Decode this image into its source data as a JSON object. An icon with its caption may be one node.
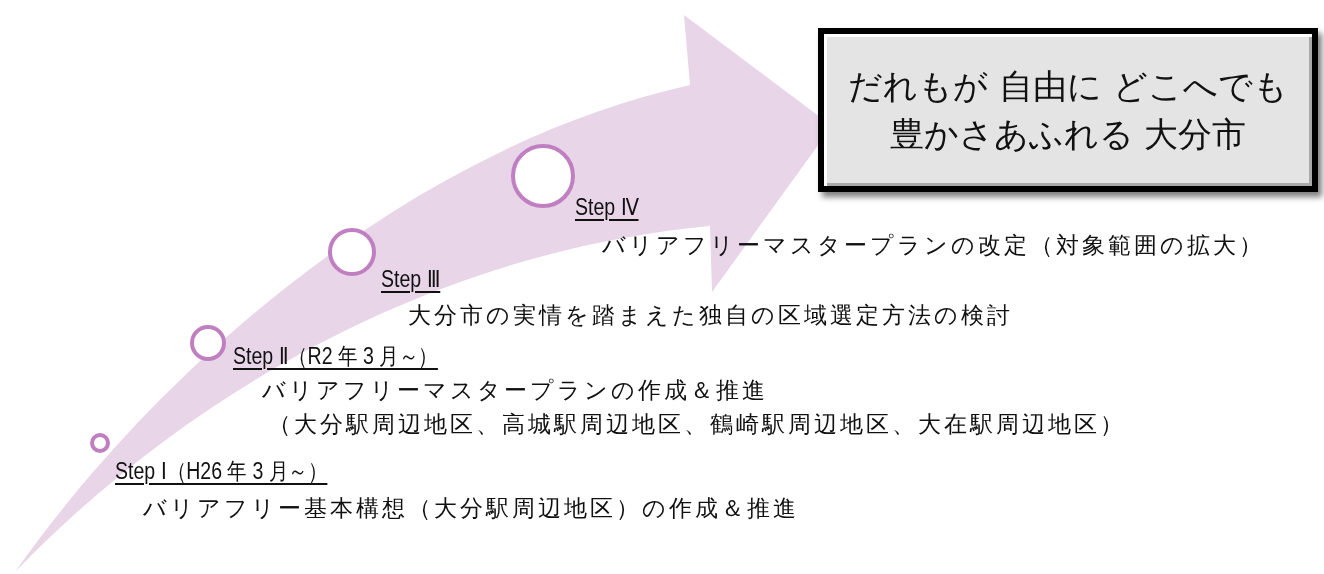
{
  "diagram": {
    "nodes": [
      {
        "text": [
          "だれもが 自由に どこへでも豊かさあふれる 大分市"
        ]
      }
    ],
    "labels": [
      "Step Ⅰ（H26 年 3 月～）",
      "バリアフリー基本構想（大分駅周辺地区）の作成＆推進",
      "Step Ⅱ（R2 年 3 月～）",
      "バリアフリーマスタープランの作成＆推進",
      "（大分駅周辺地区、高城駅周辺地区、鶴崎駅周辺地区、大在駅周辺地区）",
      "Step Ⅲ",
      "大分市の実情を踏まえた独自の区域選定方法の検討",
      "Step Ⅳ",
      "バリアフリーマスタープランの改定（対象範囲の拡大）"
    ]
  }
}
